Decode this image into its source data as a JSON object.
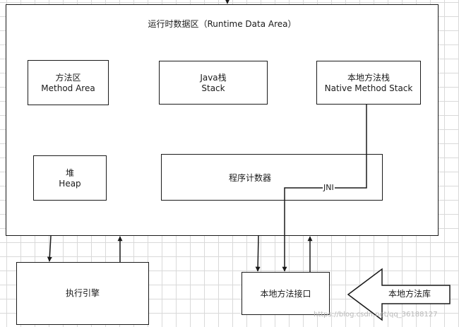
{
  "runtime_area": {
    "title": "运行时数据区（Runtime Data Area）"
  },
  "method_area": {
    "line1": "方法区",
    "line2": "Method Area"
  },
  "java_stack": {
    "line1": "Java栈",
    "line2": "Stack"
  },
  "native_stack": {
    "line1": "本地方法栈",
    "line2": "Native Method Stack"
  },
  "heap": {
    "line1": "堆",
    "line2": "Heap"
  },
  "pc_register": {
    "label": "程序计数器"
  },
  "jni": {
    "label": "JNI"
  },
  "execution_engine": {
    "label": "执行引擎"
  },
  "native_interface": {
    "label": "本地方法接口"
  },
  "native_library": {
    "label": "本地方法库"
  },
  "watermark": {
    "text": "https://blog.csdn.net/qq_36188127"
  }
}
